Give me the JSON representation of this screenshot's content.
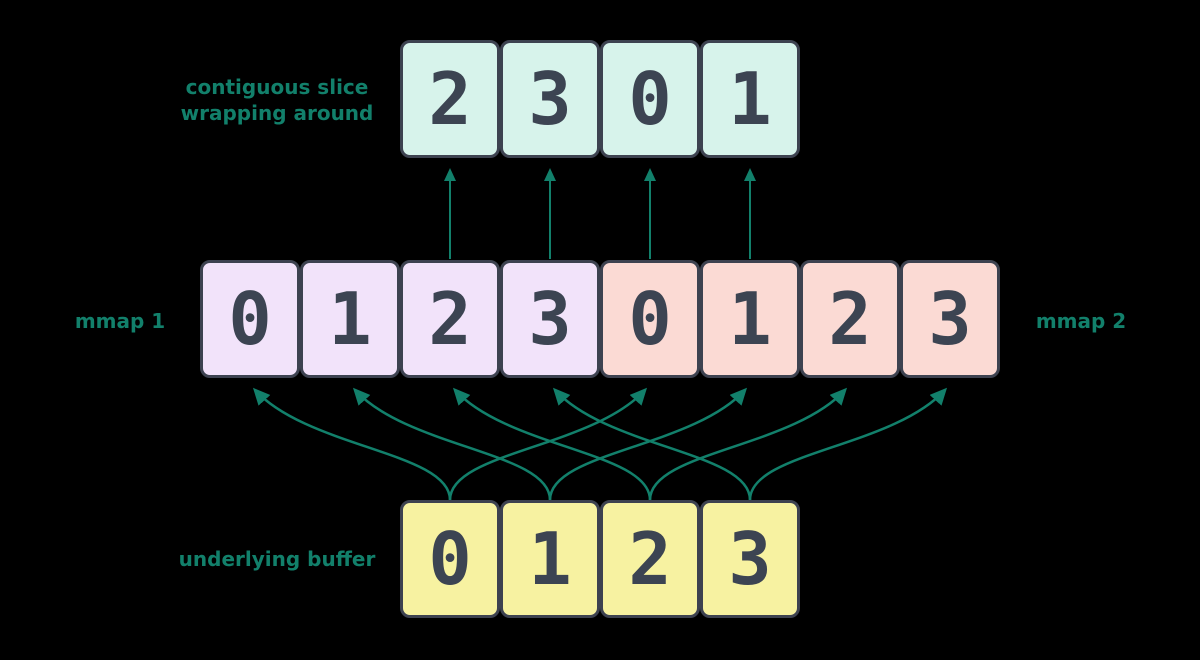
{
  "colors": {
    "background": "#000000",
    "teal": "#12806B",
    "mint": "#D7F3EB",
    "lavender": "#F2E3FA",
    "pink": "#FBDAD4",
    "yellow": "#F7F2A1",
    "cell_border": "#3D4250",
    "digit": "#3C4452"
  },
  "labels": {
    "slice_line1": "contiguous slice",
    "slice_line2": "wrapping around",
    "mmap1": "mmap 1",
    "mmap2": "mmap 2",
    "buffer": "underlying buffer"
  },
  "rows": {
    "slice": {
      "cells": [
        "2",
        "3",
        "0",
        "1"
      ]
    },
    "mmap1": {
      "cells": [
        "0",
        "1",
        "2",
        "3"
      ]
    },
    "mmap2": {
      "cells": [
        "0",
        "1",
        "2",
        "3"
      ]
    },
    "buffer": {
      "cells": [
        "0",
        "1",
        "2",
        "3"
      ]
    }
  },
  "arrows": {
    "straight_x": [
      450,
      550,
      650,
      750
    ],
    "curved": [
      {
        "from": 450,
        "to": 250
      },
      {
        "from": 550,
        "to": 350
      },
      {
        "from": 650,
        "to": 450
      },
      {
        "from": 750,
        "to": 550
      },
      {
        "from": 450,
        "to": 650
      },
      {
        "from": 550,
        "to": 750
      },
      {
        "from": 650,
        "to": 850
      },
      {
        "from": 750,
        "to": 950
      }
    ]
  }
}
